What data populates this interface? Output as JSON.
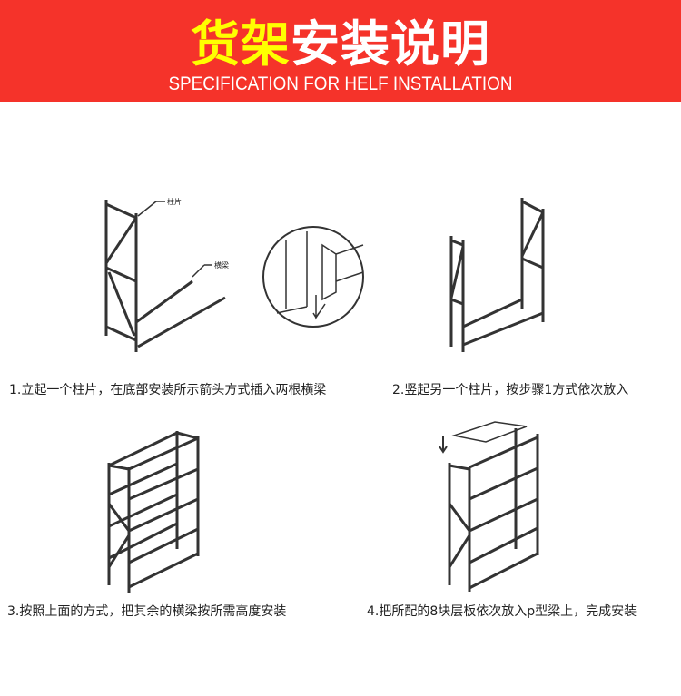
{
  "header": {
    "title_highlight": "货架",
    "title_rest": "安装说明",
    "subtitle": "SPECIFICATION FOR HELF INSTALLATION",
    "color": "#f5332a"
  },
  "steps": [
    {
      "caption": "1.立起一个柱片，在底部安装所示箭头方式插入两根横梁",
      "labels": {
        "upright": "柱片",
        "beam": "横梁"
      }
    },
    {
      "caption": "2.竖起另一个柱片，按步骤1方式依次放入"
    },
    {
      "caption": "3.按照上面的方式，把其余的横梁按所需高度安装"
    },
    {
      "caption": "4.把所配的8块层板依次放入p型梁上，完成安装"
    }
  ]
}
